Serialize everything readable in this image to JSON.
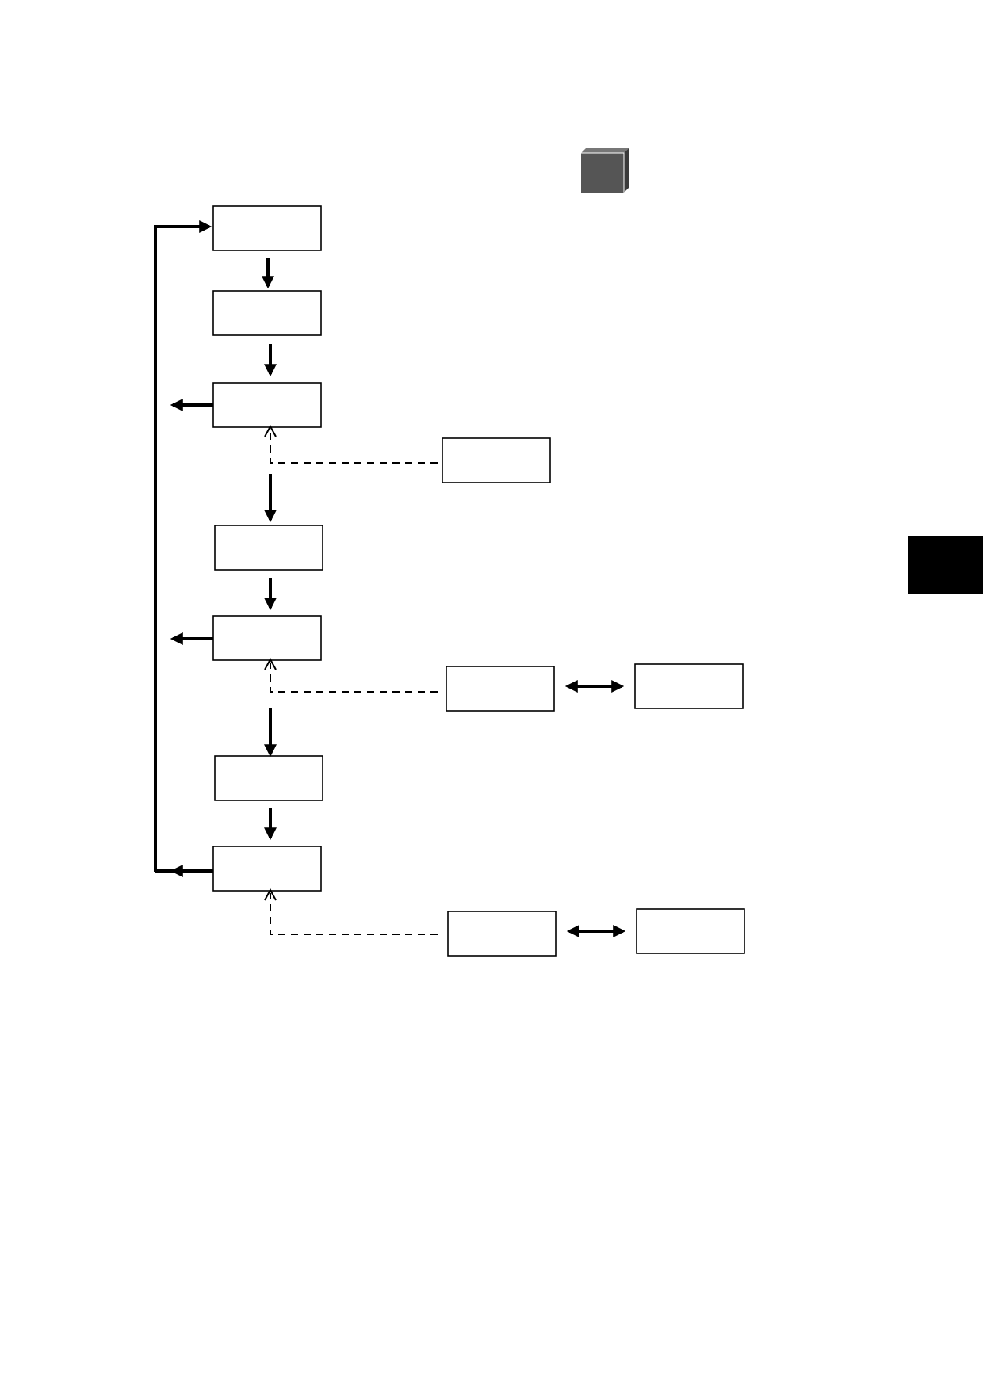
{
  "diagram": {
    "boxes": [
      {
        "id": "box-1",
        "label": ""
      },
      {
        "id": "box-2",
        "label": ""
      },
      {
        "id": "box-3",
        "label": ""
      },
      {
        "id": "box-4",
        "label": ""
      },
      {
        "id": "box-5",
        "label": ""
      },
      {
        "id": "box-6",
        "label": ""
      },
      {
        "id": "box-7",
        "label": ""
      },
      {
        "id": "side-box-a",
        "label": ""
      },
      {
        "id": "side-box-b1",
        "label": ""
      },
      {
        "id": "side-box-b2",
        "label": ""
      },
      {
        "id": "side-box-c1",
        "label": ""
      },
      {
        "id": "side-box-c2",
        "label": ""
      }
    ],
    "edges": [
      {
        "from": "box-1",
        "to": "box-2",
        "style": "solid"
      },
      {
        "from": "box-2",
        "to": "box-3",
        "style": "solid"
      },
      {
        "from": "box-3",
        "to": "box-4",
        "style": "solid"
      },
      {
        "from": "box-4",
        "to": "box-5",
        "style": "solid"
      },
      {
        "from": "box-5",
        "to": "box-6",
        "style": "solid"
      },
      {
        "from": "box-6",
        "to": "box-7",
        "style": "solid"
      },
      {
        "from": "box-3",
        "to": "feedback-bus",
        "style": "solid"
      },
      {
        "from": "box-5",
        "to": "feedback-bus",
        "style": "solid"
      },
      {
        "from": "box-7",
        "to": "feedback-bus",
        "style": "solid"
      },
      {
        "from": "feedback-bus",
        "to": "box-1",
        "style": "solid"
      },
      {
        "from": "side-box-a",
        "to": "box-3",
        "style": "dashed"
      },
      {
        "from": "side-box-b1",
        "to": "box-5",
        "style": "dashed"
      },
      {
        "from": "side-box-c1",
        "to": "box-7",
        "style": "dashed"
      },
      {
        "from": "side-box-b1",
        "to": "side-box-b2",
        "style": "bidirectional"
      },
      {
        "from": "side-box-c1",
        "to": "side-box-c2",
        "style": "bidirectional"
      }
    ],
    "decorations": {
      "cube_icon": "cube-icon",
      "page_tab_color": "#000000",
      "cube_color": "#555555"
    }
  }
}
